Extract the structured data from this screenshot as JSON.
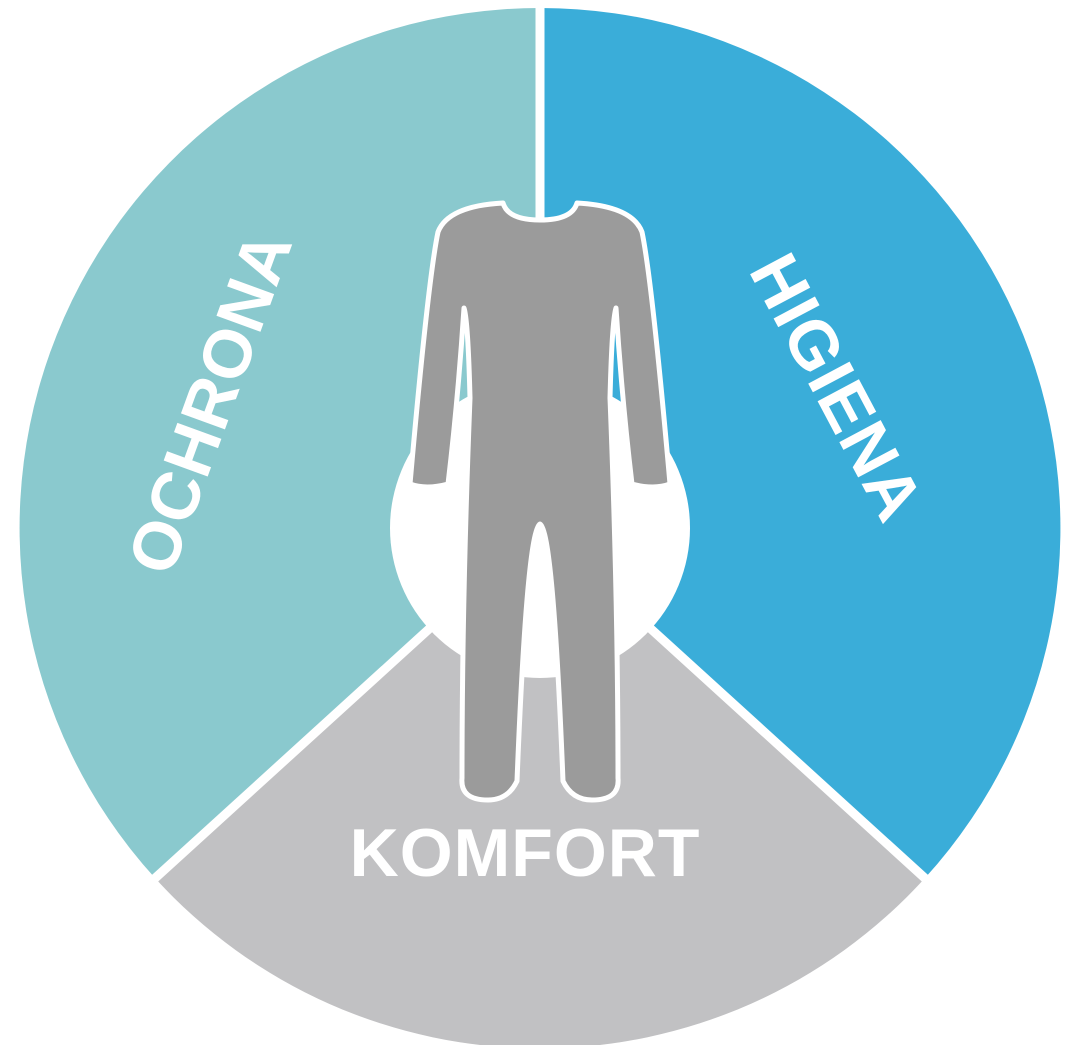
{
  "diagram": {
    "segments": {
      "ochrona": {
        "label": "OCHRONA",
        "color": "#8AC9CE"
      },
      "higiena": {
        "label": "HIGIENA",
        "color": "#3AADD9"
      },
      "komfort": {
        "label": "KOMFORT",
        "color": "#C1C1C3"
      }
    },
    "divider_color": "#FFFFFF",
    "hub_color": "#FFFFFF",
    "figure": {
      "icon": "onesie-garment-icon",
      "fill_color": "#9B9B9B",
      "outline_color": "#FFFFFF"
    }
  }
}
